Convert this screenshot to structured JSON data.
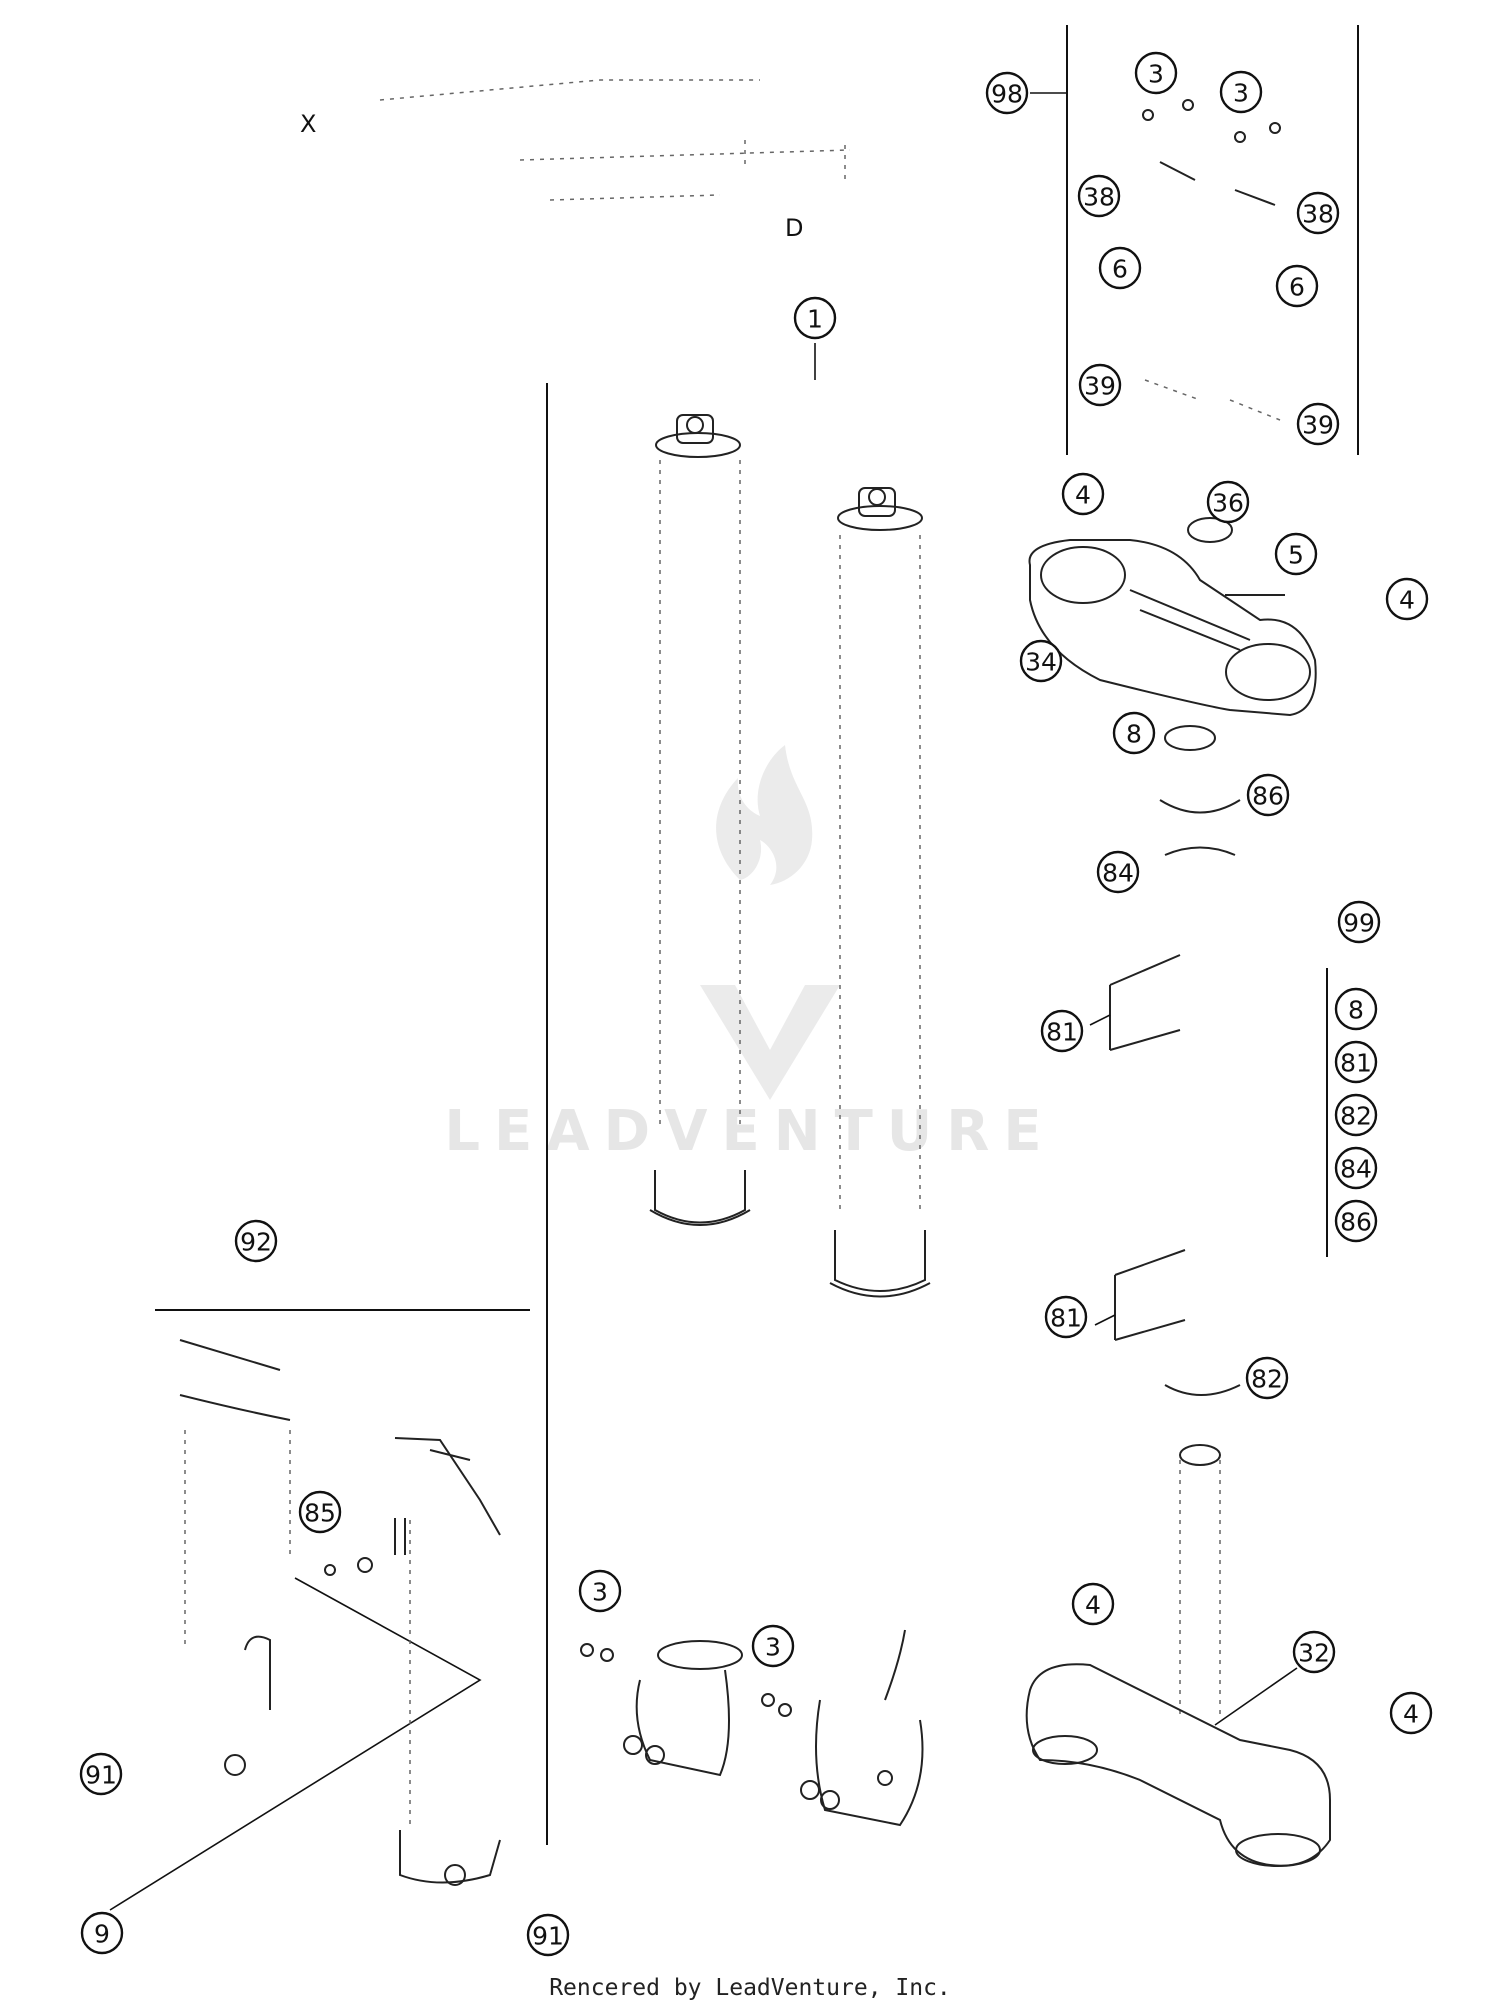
{
  "diagram": {
    "stray_marks": {
      "x_mark": "X",
      "d_mark": "D"
    },
    "watermark": {
      "text": "LEADVENTURE"
    },
    "callouts": [
      {
        "id": "c-98",
        "label": "98"
      },
      {
        "id": "c-3a",
        "label": "3"
      },
      {
        "id": "c-3b",
        "label": "3"
      },
      {
        "id": "c-38a",
        "label": "38"
      },
      {
        "id": "c-38b",
        "label": "38"
      },
      {
        "id": "c-6a",
        "label": "6"
      },
      {
        "id": "c-6b",
        "label": "6"
      },
      {
        "id": "c-39a",
        "label": "39"
      },
      {
        "id": "c-39b",
        "label": "39"
      },
      {
        "id": "c-1",
        "label": "1"
      },
      {
        "id": "c-4a",
        "label": "4"
      },
      {
        "id": "c-36",
        "label": "36"
      },
      {
        "id": "c-5",
        "label": "5"
      },
      {
        "id": "c-4b",
        "label": "4"
      },
      {
        "id": "c-34",
        "label": "34"
      },
      {
        "id": "c-8",
        "label": "8"
      },
      {
        "id": "c-86",
        "label": "86"
      },
      {
        "id": "c-84",
        "label": "84"
      },
      {
        "id": "c-99",
        "label": "99"
      },
      {
        "id": "c-81a",
        "label": "81"
      },
      {
        "id": "c-k8",
        "label": "8"
      },
      {
        "id": "c-k81",
        "label": "81"
      },
      {
        "id": "c-k82",
        "label": "82"
      },
      {
        "id": "c-k84",
        "label": "84"
      },
      {
        "id": "c-k86",
        "label": "86"
      },
      {
        "id": "c-92",
        "label": "92"
      },
      {
        "id": "c-81b",
        "label": "81"
      },
      {
        "id": "c-82",
        "label": "82"
      },
      {
        "id": "c-85",
        "label": "85"
      },
      {
        "id": "c-3c",
        "label": "3"
      },
      {
        "id": "c-3d",
        "label": "3"
      },
      {
        "id": "c-4c",
        "label": "4"
      },
      {
        "id": "c-32",
        "label": "32"
      },
      {
        "id": "c-4d",
        "label": "4"
      },
      {
        "id": "c-91a",
        "label": "91"
      },
      {
        "id": "c-9",
        "label": "9"
      },
      {
        "id": "c-91b",
        "label": "91"
      }
    ]
  },
  "footer": {
    "credit": "Rencered by LeadVenture, Inc."
  }
}
